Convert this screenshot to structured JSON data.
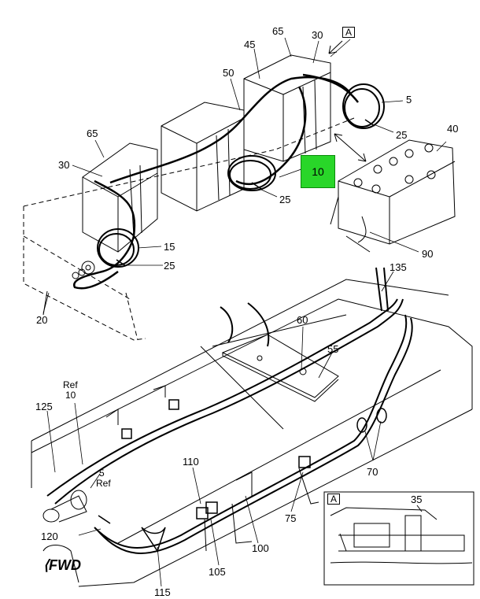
{
  "callouts": {
    "c65_top": "65",
    "c30_top": "30",
    "c45": "45",
    "c50": "50",
    "c5": "5",
    "c25_right": "25",
    "c40": "40",
    "c65_left": "65",
    "c30_left": "30",
    "c10": "10",
    "c25_mid": "25",
    "c15": "15",
    "c25_low": "25",
    "c90": "90",
    "c20": "20",
    "c135": "135",
    "c60": "60",
    "c55": "55",
    "c125": "125",
    "ref10_ref": "Ref",
    "ref10_num": "10",
    "ref5_num": "5",
    "ref5_ref": "Ref",
    "c110": "110",
    "c70": "70",
    "c75": "75",
    "c120": "120",
    "c100": "100",
    "c105": "105",
    "c115": "115",
    "c35": "35"
  },
  "view_labels": {
    "top": "A",
    "detail": "A"
  },
  "fwd_label": "FWD",
  "colors": {
    "highlight": "#29d629",
    "line": "#000000"
  }
}
